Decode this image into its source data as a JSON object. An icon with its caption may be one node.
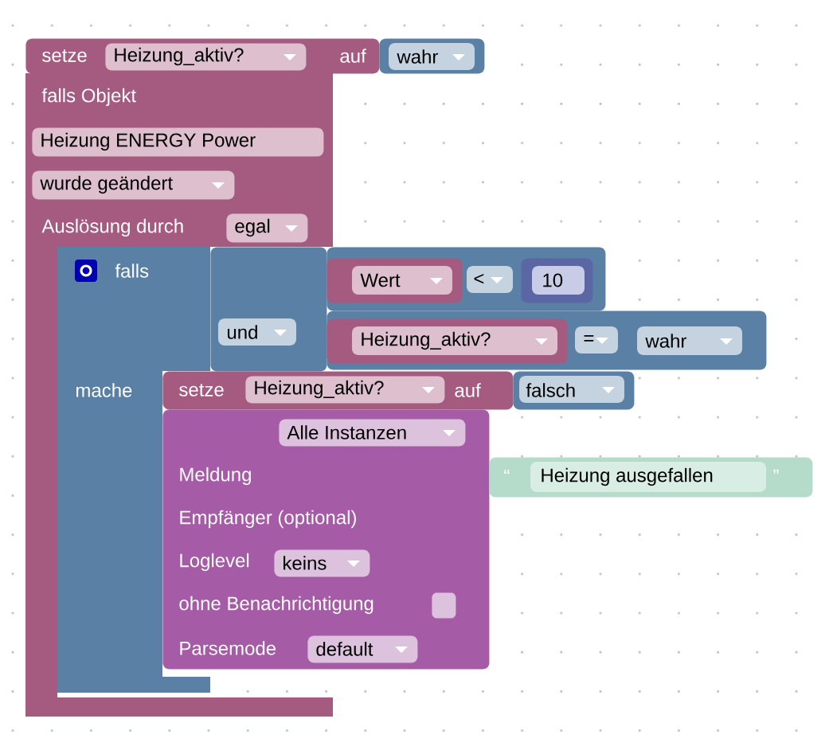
{
  "diagram": {
    "nodes": [
      {
        "text": [
          "setze",
          "auf"
        ]
      },
      {
        "text": [
          "Heizung_aktiv?"
        ],
        "in": 0
      },
      {
        "text": [
          "wahr"
        ]
      },
      {
        "text": [
          "falls Objekt",
          "Auslösung durch"
        ]
      },
      {
        "text": [
          "Heizung ENERGY Power"
        ],
        "in": 3
      },
      {
        "text": [
          "wurde geändert"
        ],
        "in": 3
      },
      {
        "text": [
          "egal"
        ],
        "in": 3
      },
      {
        "text": [
          "falls",
          "mache"
        ],
        "in": 3
      },
      {
        "text": [
          "und"
        ]
      },
      {
        "text": [
          "<"
        ]
      },
      {
        "text": [
          "Wert"
        ],
        "in": 9
      },
      {
        "text": [
          "10"
        ],
        "in": 9
      },
      {
        "text": [
          "="
        ]
      },
      {
        "text": [
          "Heizung_aktiv?"
        ],
        "in": 12
      },
      {
        "text": [
          "wahr"
        ],
        "in": 12
      },
      {
        "text": [
          "setze",
          "auf"
        ]
      },
      {
        "text": [
          "Heizung_aktiv?"
        ],
        "in": 15
      },
      {
        "text": [
          "falsch"
        ]
      },
      {
        "text": [
          "Meldung",
          "Empfänger (optional)",
          "Loglevel",
          "ohne Benachrichtigung",
          "Parsemode"
        ]
      },
      {
        "text": [
          "Alle Instanzen"
        ],
        "in": 18
      },
      {
        "text": [
          "keins"
        ],
        "in": 18
      },
      {
        "text": [],
        "shape": "box",
        "in": 18
      },
      {
        "text": [
          "default"
        ],
        "in": 18
      },
      {
        "text": [
          "“",
          "Heizung ausgefallen",
          "”"
        ]
      }
    ]
  }
}
